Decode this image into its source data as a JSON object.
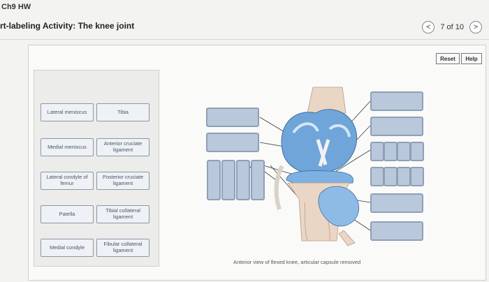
{
  "header": {
    "course_title": "Ch9 HW",
    "activity_title": "rt-labeling Activity: The knee joint"
  },
  "navigation": {
    "prev_glyph": "<",
    "next_glyph": ">",
    "position": "7 of 10"
  },
  "toolbar": {
    "reset_label": "Reset",
    "help_label": "Help"
  },
  "label_bank": [
    "Lateral meniscus",
    "Tibia",
    "Medial meniscus",
    "Anterior cruciate ligament",
    "Lateral condyle of femur",
    "Posterior cruciate ligament",
    "Patella",
    "Tibial collateral ligament",
    "Medial condyle",
    "Fibular collateral ligament"
  ],
  "figure": {
    "caption": "Anterior view of flexed knee, articular capsule removed"
  },
  "colors": {
    "target_fill": "#b9c8da",
    "target_border": "#8ea0b7",
    "cartilage_blue": "#6fa5d9",
    "bone": "#e9d2bc"
  }
}
